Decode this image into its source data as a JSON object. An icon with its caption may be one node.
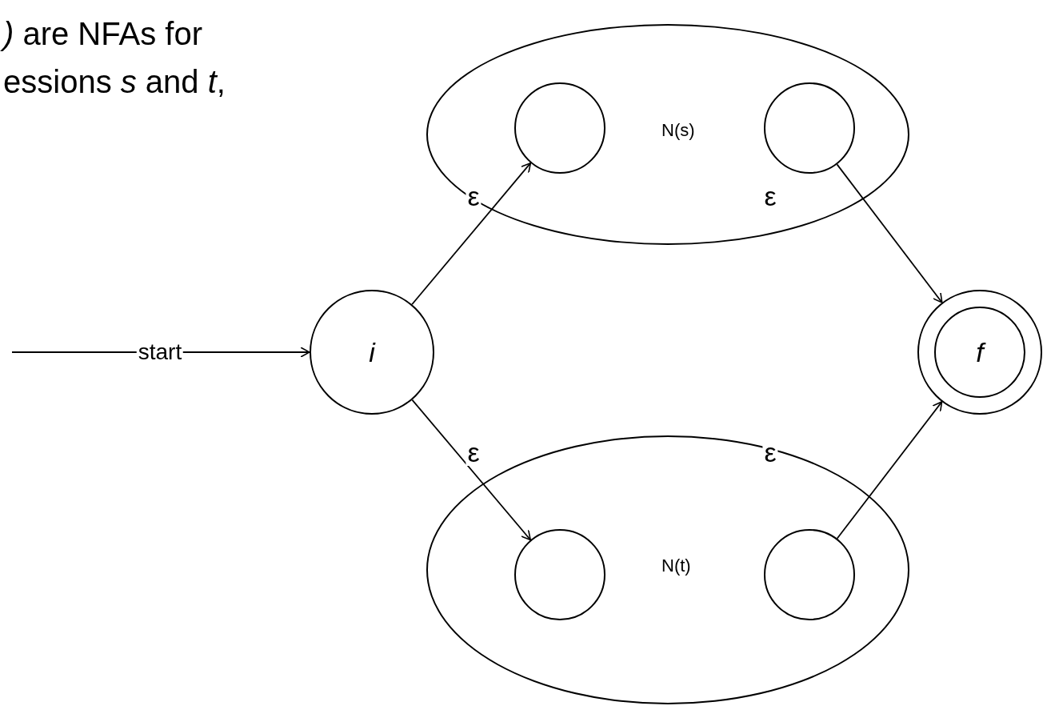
{
  "diagram": {
    "nodes": [
      {
        "text": [
          "N(s)"
        ]
      },
      {
        "text": [],
        "shape": "circle",
        "in": 0
      },
      {
        "text": [],
        "shape": "circle",
        "in": 0
      },
      {
        "text": [
          "i"
        ]
      },
      {
        "text": [
          "f"
        ]
      },
      {
        "text": [
          "N(t)"
        ]
      },
      {
        "text": [],
        "shape": "circle",
        "in": 5
      },
      {
        "text": [],
        "shape": "circle",
        "in": 5
      }
    ],
    "edges": [
      {
        "from": null,
        "to": 3,
        "arrow": "to",
        "label": "start"
      },
      {
        "from": 3,
        "to": 1,
        "arrow": "to",
        "label": "ε"
      },
      {
        "from": 2,
        "to": 4,
        "arrow": "to",
        "label": "ε"
      },
      {
        "from": 3,
        "to": 6,
        "arrow": "to",
        "label": "ε"
      },
      {
        "from": 7,
        "to": 4,
        "arrow": "to",
        "label": "ε"
      }
    ],
    "labels": [
      "*)* are NFAs for",
      "essions *s* and *t*,"
    ]
  }
}
